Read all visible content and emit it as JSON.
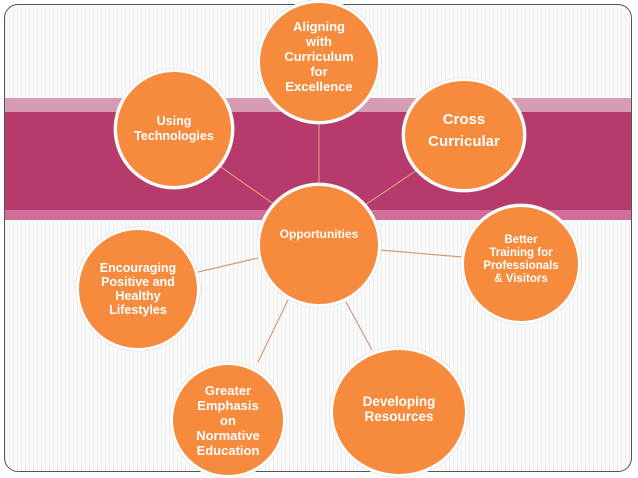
{
  "diagram": {
    "center_label": "Opportunities",
    "nodes": [
      {
        "id": "aligning",
        "label": "Aligning\nwith\nCurriculum\nfor\nExcellence"
      },
      {
        "id": "technologies",
        "label": "Using\nTechnologies"
      },
      {
        "id": "cross",
        "label": "Cross\nCurricular"
      },
      {
        "id": "better",
        "label": "Better\nTraining for\nProfessionals\n& Visitors"
      },
      {
        "id": "healthy",
        "label": "Encouraging\nPositive and\nHealthy\nLifestyles"
      },
      {
        "id": "developing",
        "label": "Developing\nResources"
      },
      {
        "id": "greater",
        "label": "Greater\nEmphasis\non\nNormative\nEducation"
      }
    ]
  },
  "colors": {
    "node_fill": "#f68a3d",
    "node_text": "#ffffff",
    "band_main": "#b73a6d",
    "band_light": "#d79bb3",
    "connector": "#d9977a"
  }
}
